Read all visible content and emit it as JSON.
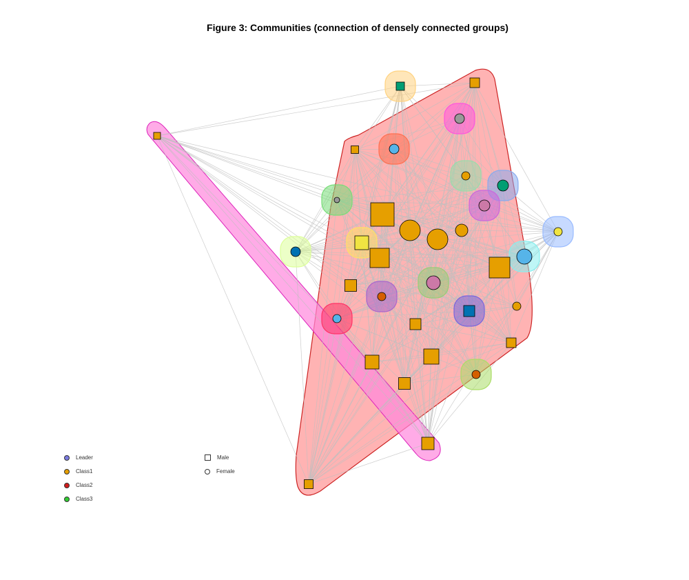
{
  "title": "Figure 3: Communities (connection of densely connected groups)",
  "legend": {
    "roles": [
      {
        "label": "Leader",
        "color": "#7B7BE0"
      },
      {
        "label": "Class1",
        "color": "#E69F00"
      },
      {
        "label": "Class2",
        "color": "#D01C1C"
      },
      {
        "label": "Class3",
        "color": "#33CC33"
      }
    ],
    "shapes": [
      {
        "label": "Male",
        "shape": "square"
      },
      {
        "label": "Female",
        "shape": "circle"
      }
    ]
  },
  "colors": {
    "edge": "#bfbfbf",
    "main_community": "#FF9999",
    "main_border": "#CC2222",
    "pink_community": "#FF88DD",
    "pink_border": "#DD22BB",
    "node_orange": "#E69F00"
  }
}
